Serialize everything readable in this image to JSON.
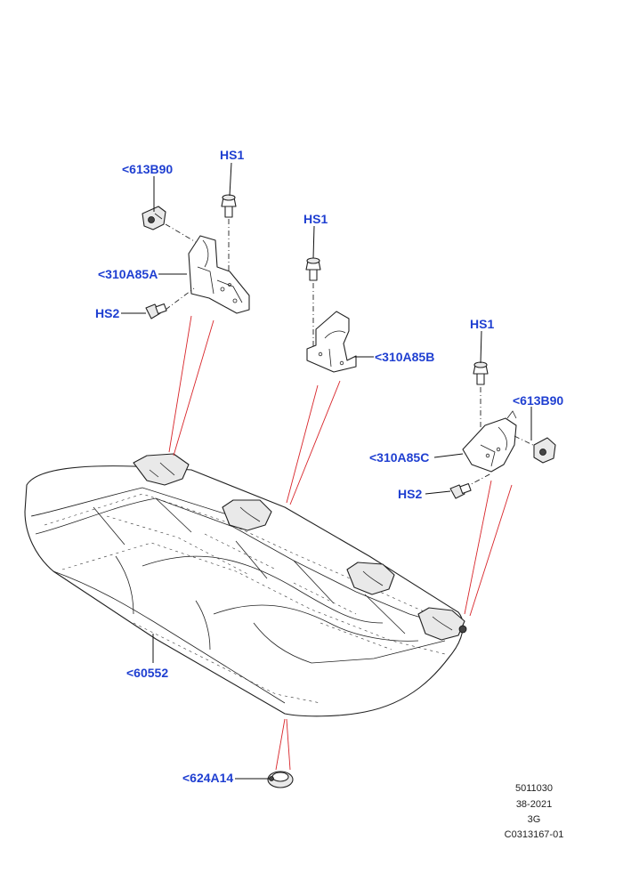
{
  "callouts": {
    "hs1_left": "HS1",
    "hs1_middle": "HS1",
    "hs1_right": "HS1",
    "bracket_a": "<310A85A",
    "bracket_b": "<310A85B",
    "bracket_c": "<310A85C",
    "latch_left": "<613B90",
    "latch_right": "<613B90",
    "hs2_left": "HS2",
    "hs2_right": "HS2",
    "cushion": "<60552",
    "grommet": "<624A14"
  },
  "footer": {
    "line1": "5011030",
    "line2": "38-2021",
    "line3": "3G",
    "line4": "C0313167-01"
  },
  "colors": {
    "callout": "#1f3fd1",
    "guide_line": "#d8252a",
    "outline": "#222222"
  }
}
